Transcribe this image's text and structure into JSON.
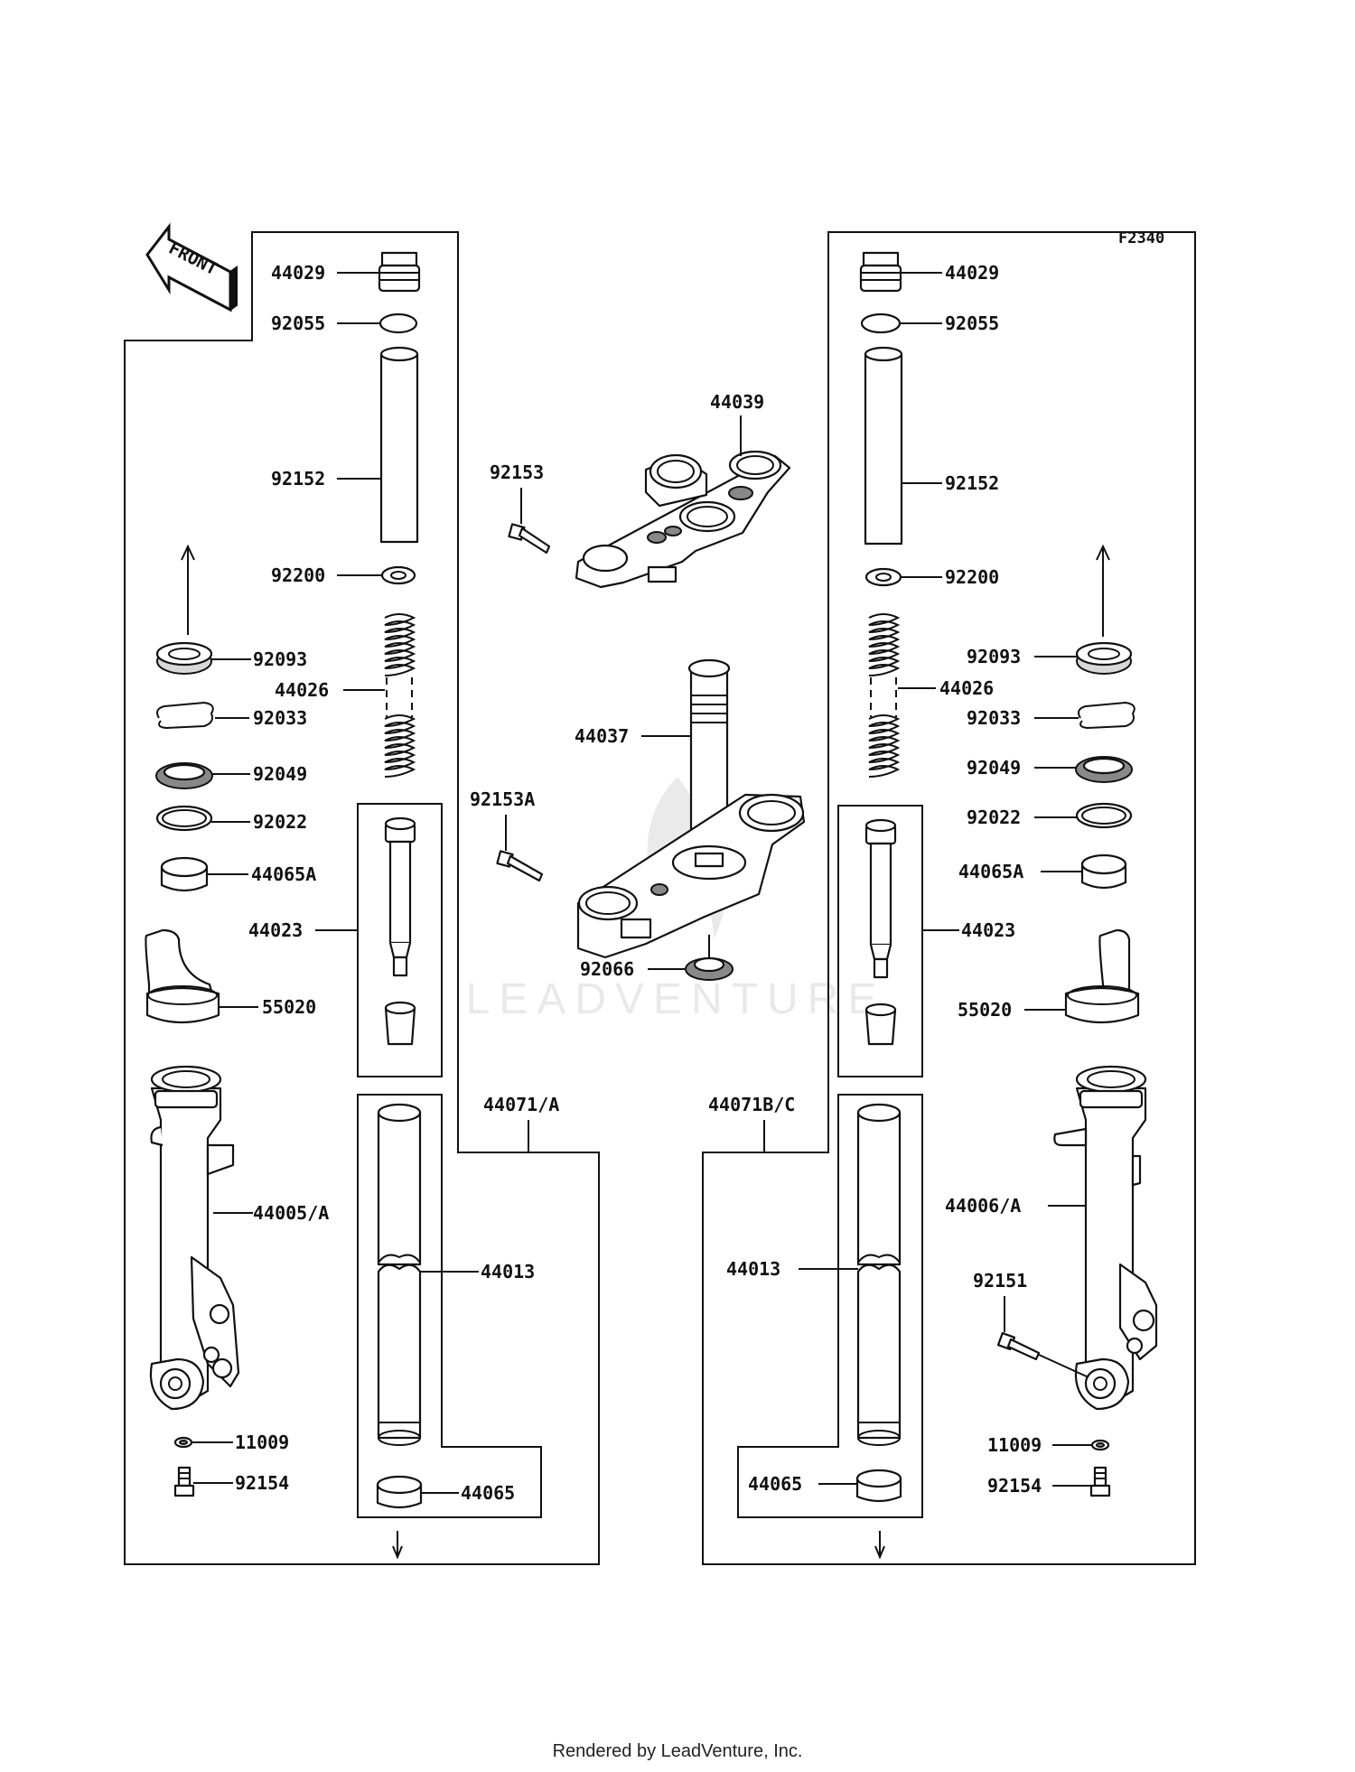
{
  "figure_code": "F2340",
  "front_label": "FRONT",
  "watermark": "LEADVENTURE",
  "footer": "Rendered by LeadVenture, Inc.",
  "labels": {
    "l_44029": "44029",
    "l_92055": "92055",
    "l_92152": "92152",
    "l_92200": "92200",
    "l_92093": "92093",
    "l_44026": "44026",
    "l_92033": "92033",
    "l_92049": "92049",
    "l_92022": "92022",
    "l_44065A": "44065A",
    "l_44023": "44023",
    "l_55020": "55020",
    "l_44005A": "44005/A",
    "l_11009": "11009",
    "l_92154": "92154",
    "l_44071A": "44071/A",
    "l_44013": "44013",
    "l_44065": "44065",
    "c_44039": "44039",
    "c_92153": "92153",
    "c_44037": "44037",
    "c_92153A": "92153A",
    "c_92066": "92066",
    "r_44029": "44029",
    "r_92055": "92055",
    "r_92152": "92152",
    "r_92200": "92200",
    "r_92093": "92093",
    "r_44026": "44026",
    "r_92033": "92033",
    "r_92049": "92049",
    "r_92022": "92022",
    "r_44065A": "44065A",
    "r_44023": "44023",
    "r_55020": "55020",
    "r_44071BC": "44071B/C",
    "r_44006A": "44006/A",
    "r_44013": "44013",
    "r_92151": "92151",
    "r_11009": "11009",
    "r_92154": "92154",
    "r_44065": "44065"
  }
}
